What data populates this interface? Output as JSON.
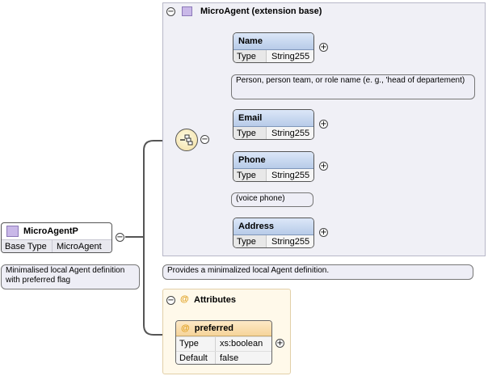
{
  "root": {
    "name": "MicroAgentP",
    "base_type_label": "Base Type",
    "base_type_value": "MicroAgent",
    "note": "Minimalised local Agent definition with preferred flag"
  },
  "extension": {
    "title": "MicroAgent (extension base)",
    "note": "Provides a minimalized local Agent definition."
  },
  "collapse_symbol": "−",
  "expand_symbol": "+",
  "type_label": "Type",
  "elements": [
    {
      "name": "Name",
      "type": "String255",
      "note": "Person, person team, or role name (e. g., 'head of departement)"
    },
    {
      "name": "Email",
      "type": "String255"
    },
    {
      "name": "Phone",
      "type": "String255",
      "note": "(voice phone)"
    },
    {
      "name": "Address",
      "type": "String255"
    }
  ],
  "attributes": {
    "title": "Attributes",
    "at_symbol": "@",
    "items": [
      {
        "name": "preferred",
        "type_label": "Type",
        "type": "xs:boolean",
        "default_label": "Default",
        "default": "false"
      }
    ]
  },
  "colors": {
    "frame_bg": "#f0f0f6",
    "attr_frame_bg": "#fff9ea",
    "element_header": "#c4d5ee",
    "attr_header": "#f6d49a",
    "purple_icon": "#c9b8e8"
  },
  "icons": {
    "sequence": "sequence-compositor-icon",
    "complex_type": "complex-type-icon"
  }
}
